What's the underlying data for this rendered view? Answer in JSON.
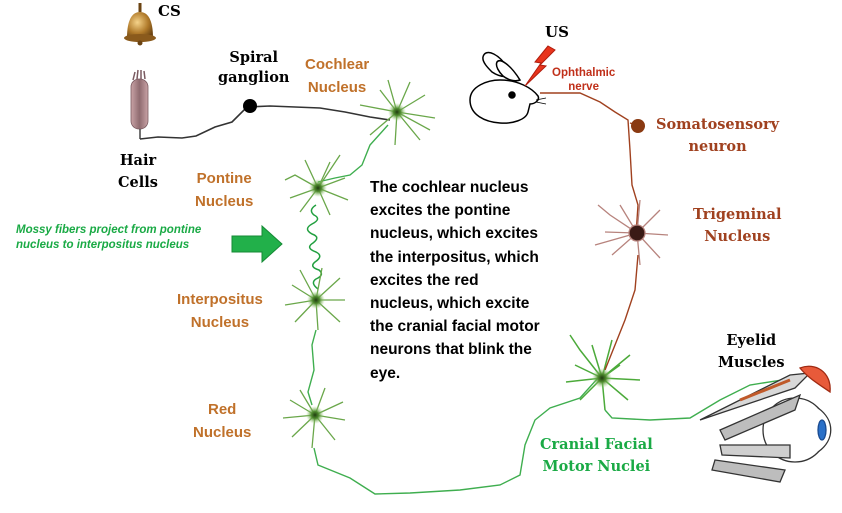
{
  "labels": {
    "cs": "CS",
    "us": "US",
    "spiral_ganglion": [
      "Spiral",
      "ganglion"
    ],
    "hair_cells": [
      "Hair",
      "Cells"
    ],
    "cochlear_nucleus": [
      "Cochlear",
      "Nucleus"
    ],
    "pontine_nucleus": [
      "Pontine",
      "Nucleus"
    ],
    "interpositus_nucleus": [
      "Interpositus",
      "Nucleus"
    ],
    "red_nucleus": [
      "Red",
      "Nucleus"
    ],
    "ophthalmic_nerve": [
      "Ophthalmic",
      "nerve"
    ],
    "somatosensory_neuron": [
      "Somatosensory",
      "neuron"
    ],
    "trigeminal_nucleus": [
      "Trigeminal",
      "Nucleus"
    ],
    "eyelid_muscles": [
      "Eyelid",
      "Muscles"
    ],
    "cranial_facial_motor_nuclei": [
      "Cranial Facial",
      "Motor Nuclei"
    ]
  },
  "mossy_fibers_note": "Mossy fibers project from pontine nucleus to interpositus nucleus",
  "description": "The cochlear nucleus excites the pontine nucleus, which excites the interpositus, which excites the red nucleus, which excite the cranial facial motor neurons that blink the eye.",
  "colors": {
    "nucleus_label": "#c0712a",
    "trigeminal_path": "#a0411f",
    "motor_path": "#1aaa45",
    "auditory_path": "#222222",
    "lightning": "#e8341c",
    "arrow": "#22b04a"
  },
  "icons": [
    "bell-icon",
    "hair-cell-icon",
    "rabbit-icon",
    "lightning-icon",
    "eye-icon",
    "neuron-icon"
  ]
}
